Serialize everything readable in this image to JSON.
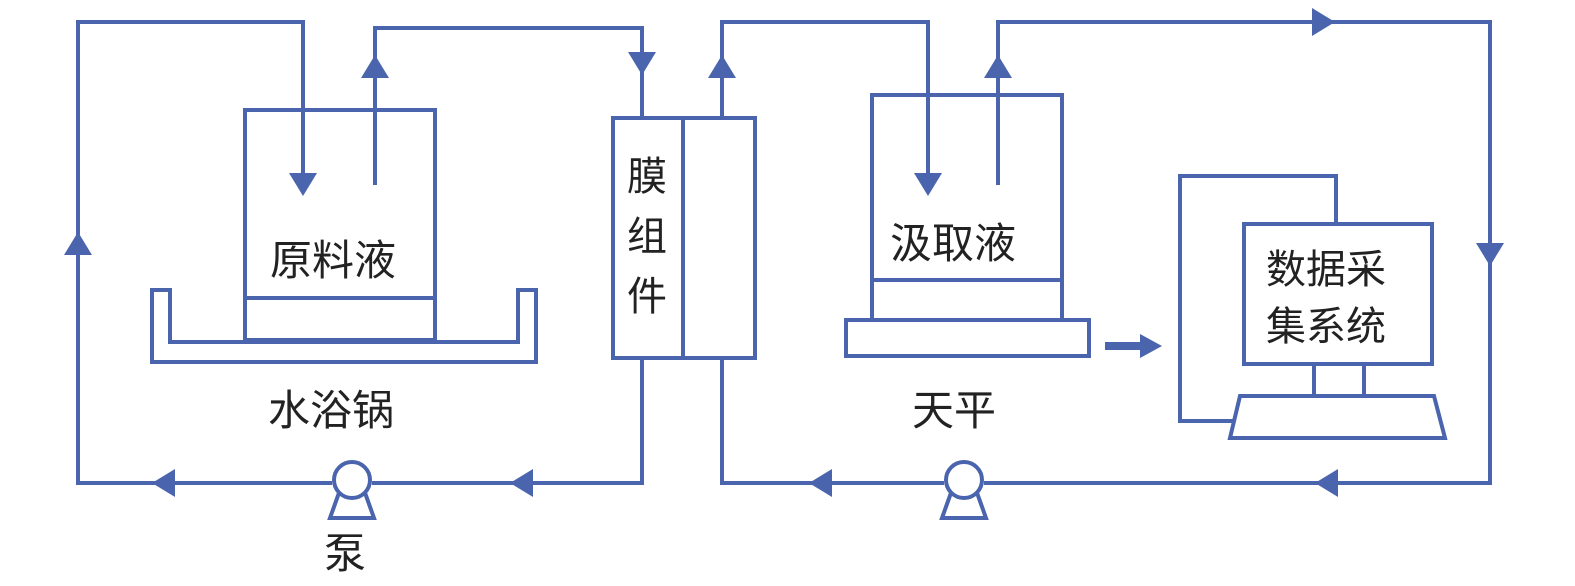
{
  "colors": {
    "line": "#4a64ae",
    "text": "#222222",
    "background": "#ffffff"
  },
  "labels": {
    "feed": "原料液",
    "water_bath": "水浴锅",
    "membrane": [
      "膜",
      "组",
      "件"
    ],
    "draw": "汲取液",
    "balance": "天平",
    "data_system": [
      "数据采",
      "集系统"
    ],
    "pump": "泵"
  },
  "icons": [
    "pump-icon",
    "computer-icon",
    "flow-arrow-icon"
  ]
}
